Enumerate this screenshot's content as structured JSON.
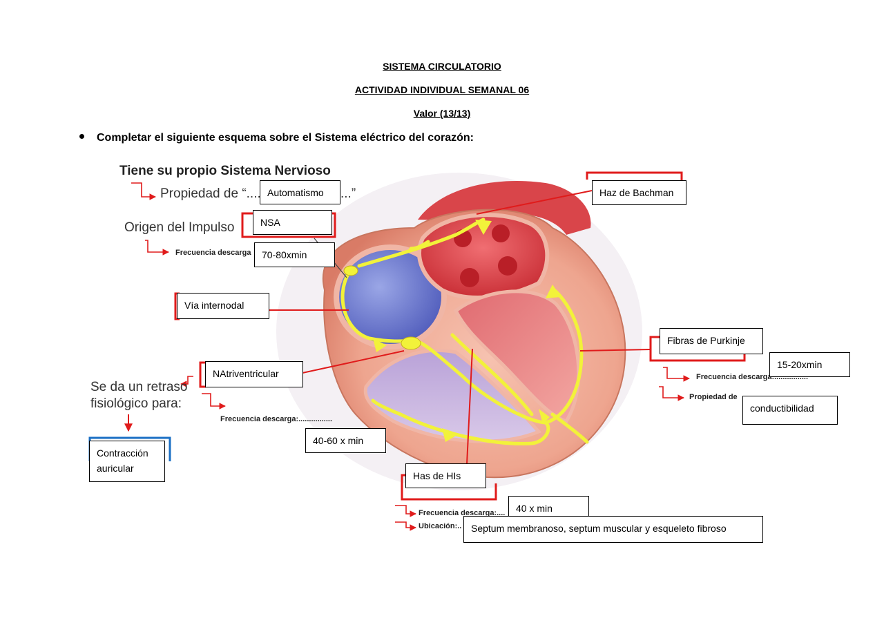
{
  "header": {
    "title": "SISTEMA CIRCULATORIO",
    "subtitle": "ACTIVIDAD INDIVIDUAL SEMANAL 06",
    "value": "Valor (13/13)"
  },
  "instruction": "Completar el siguiente esquema sobre el Sistema eléctrico del corazón:",
  "diagram": {
    "heading": "Tiene su propio Sistema Nervioso",
    "property_prefix": "Propiedad de “",
    "property_dots_left": "....",
    "property_dots_right": "...”",
    "origin_label": "Origen del Impulso",
    "delay_label_1": "Se da un retraso",
    "delay_label_2": "fisiológico para:",
    "freq_label_left_top": "Frecuencia descarga",
    "freq_label_av": "Frecuencia descarga:................",
    "freq_label_purkinje": "Frecuencia descarga:................",
    "prop_label_purkinje": "Propiedad de",
    "freq_label_his": "Frecuencia descarga:....",
    "ubicacion_label": "Ubicación:..",
    "answers": {
      "automatismo": "Automatismo",
      "nsa": "NSA",
      "nsa_freq": "70-80xmin",
      "via_internodal": "Vía internodal",
      "nav": "NAtriventricular",
      "contraccion": "Contracción auricular",
      "nav_freq": "40-60 x min",
      "haz_bachman": "Haz de Bachman",
      "purkinje": "Fibras de Purkinje",
      "purkinje_freq": "15-20xmin",
      "conductibilidad": "conductibilidad",
      "his": "Has de HIs",
      "his_freq": "40 x min",
      "his_ubicacion": "Septum membranoso, septum muscular y esqueleto fibroso"
    }
  },
  "colors": {
    "red_accent": "#e01b1b",
    "blue_accent": "#1a6fc4",
    "yellow_path": "#f2f23a"
  }
}
